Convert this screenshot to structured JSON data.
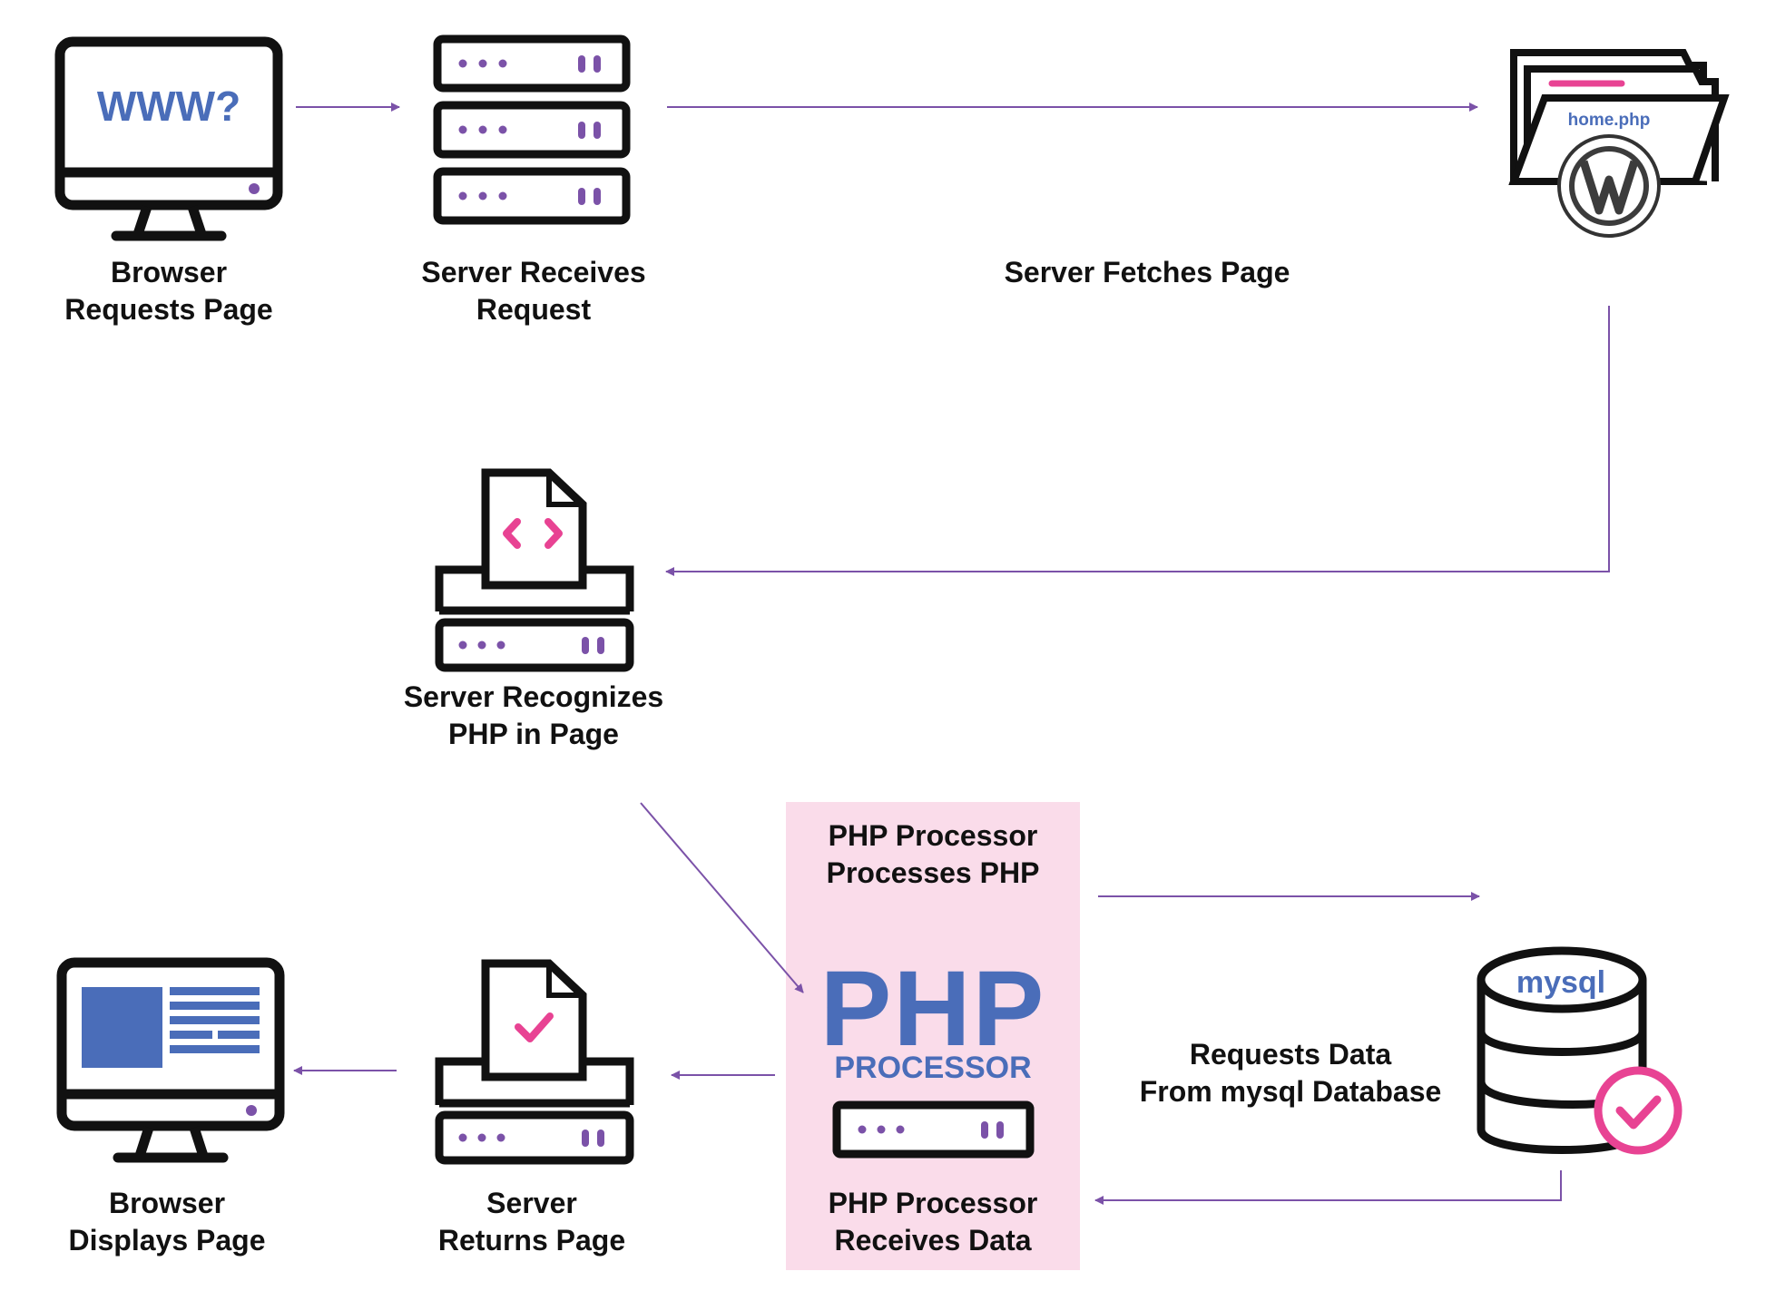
{
  "steps": {
    "browser_requests": "Browser\nRequests Page",
    "server_receives": "Server Receives\nRequest",
    "server_fetches": "Server Fetches Page",
    "server_recognizes": "Server Recognizes\nPHP in Page",
    "php_processes": "PHP Processor\nProcesses PHP",
    "requests_data": "Requests Data\nFrom mysql Database",
    "php_receives": "PHP Processor\nReceives Data",
    "server_returns": "Server\nReturns Page",
    "browser_displays": "Browser\nDisplays Page"
  },
  "icons": {
    "monitor_text": "WWW?",
    "file_name": "home.php",
    "php_logo": "PHP",
    "php_sub": "PROCESSOR",
    "db_name": "mysql"
  },
  "colors": {
    "arrow": "#7b52a8",
    "icon_purple": "#7b52a8",
    "pink": "#e84393",
    "blue": "#4a6db9",
    "panel": "#fadcea"
  }
}
